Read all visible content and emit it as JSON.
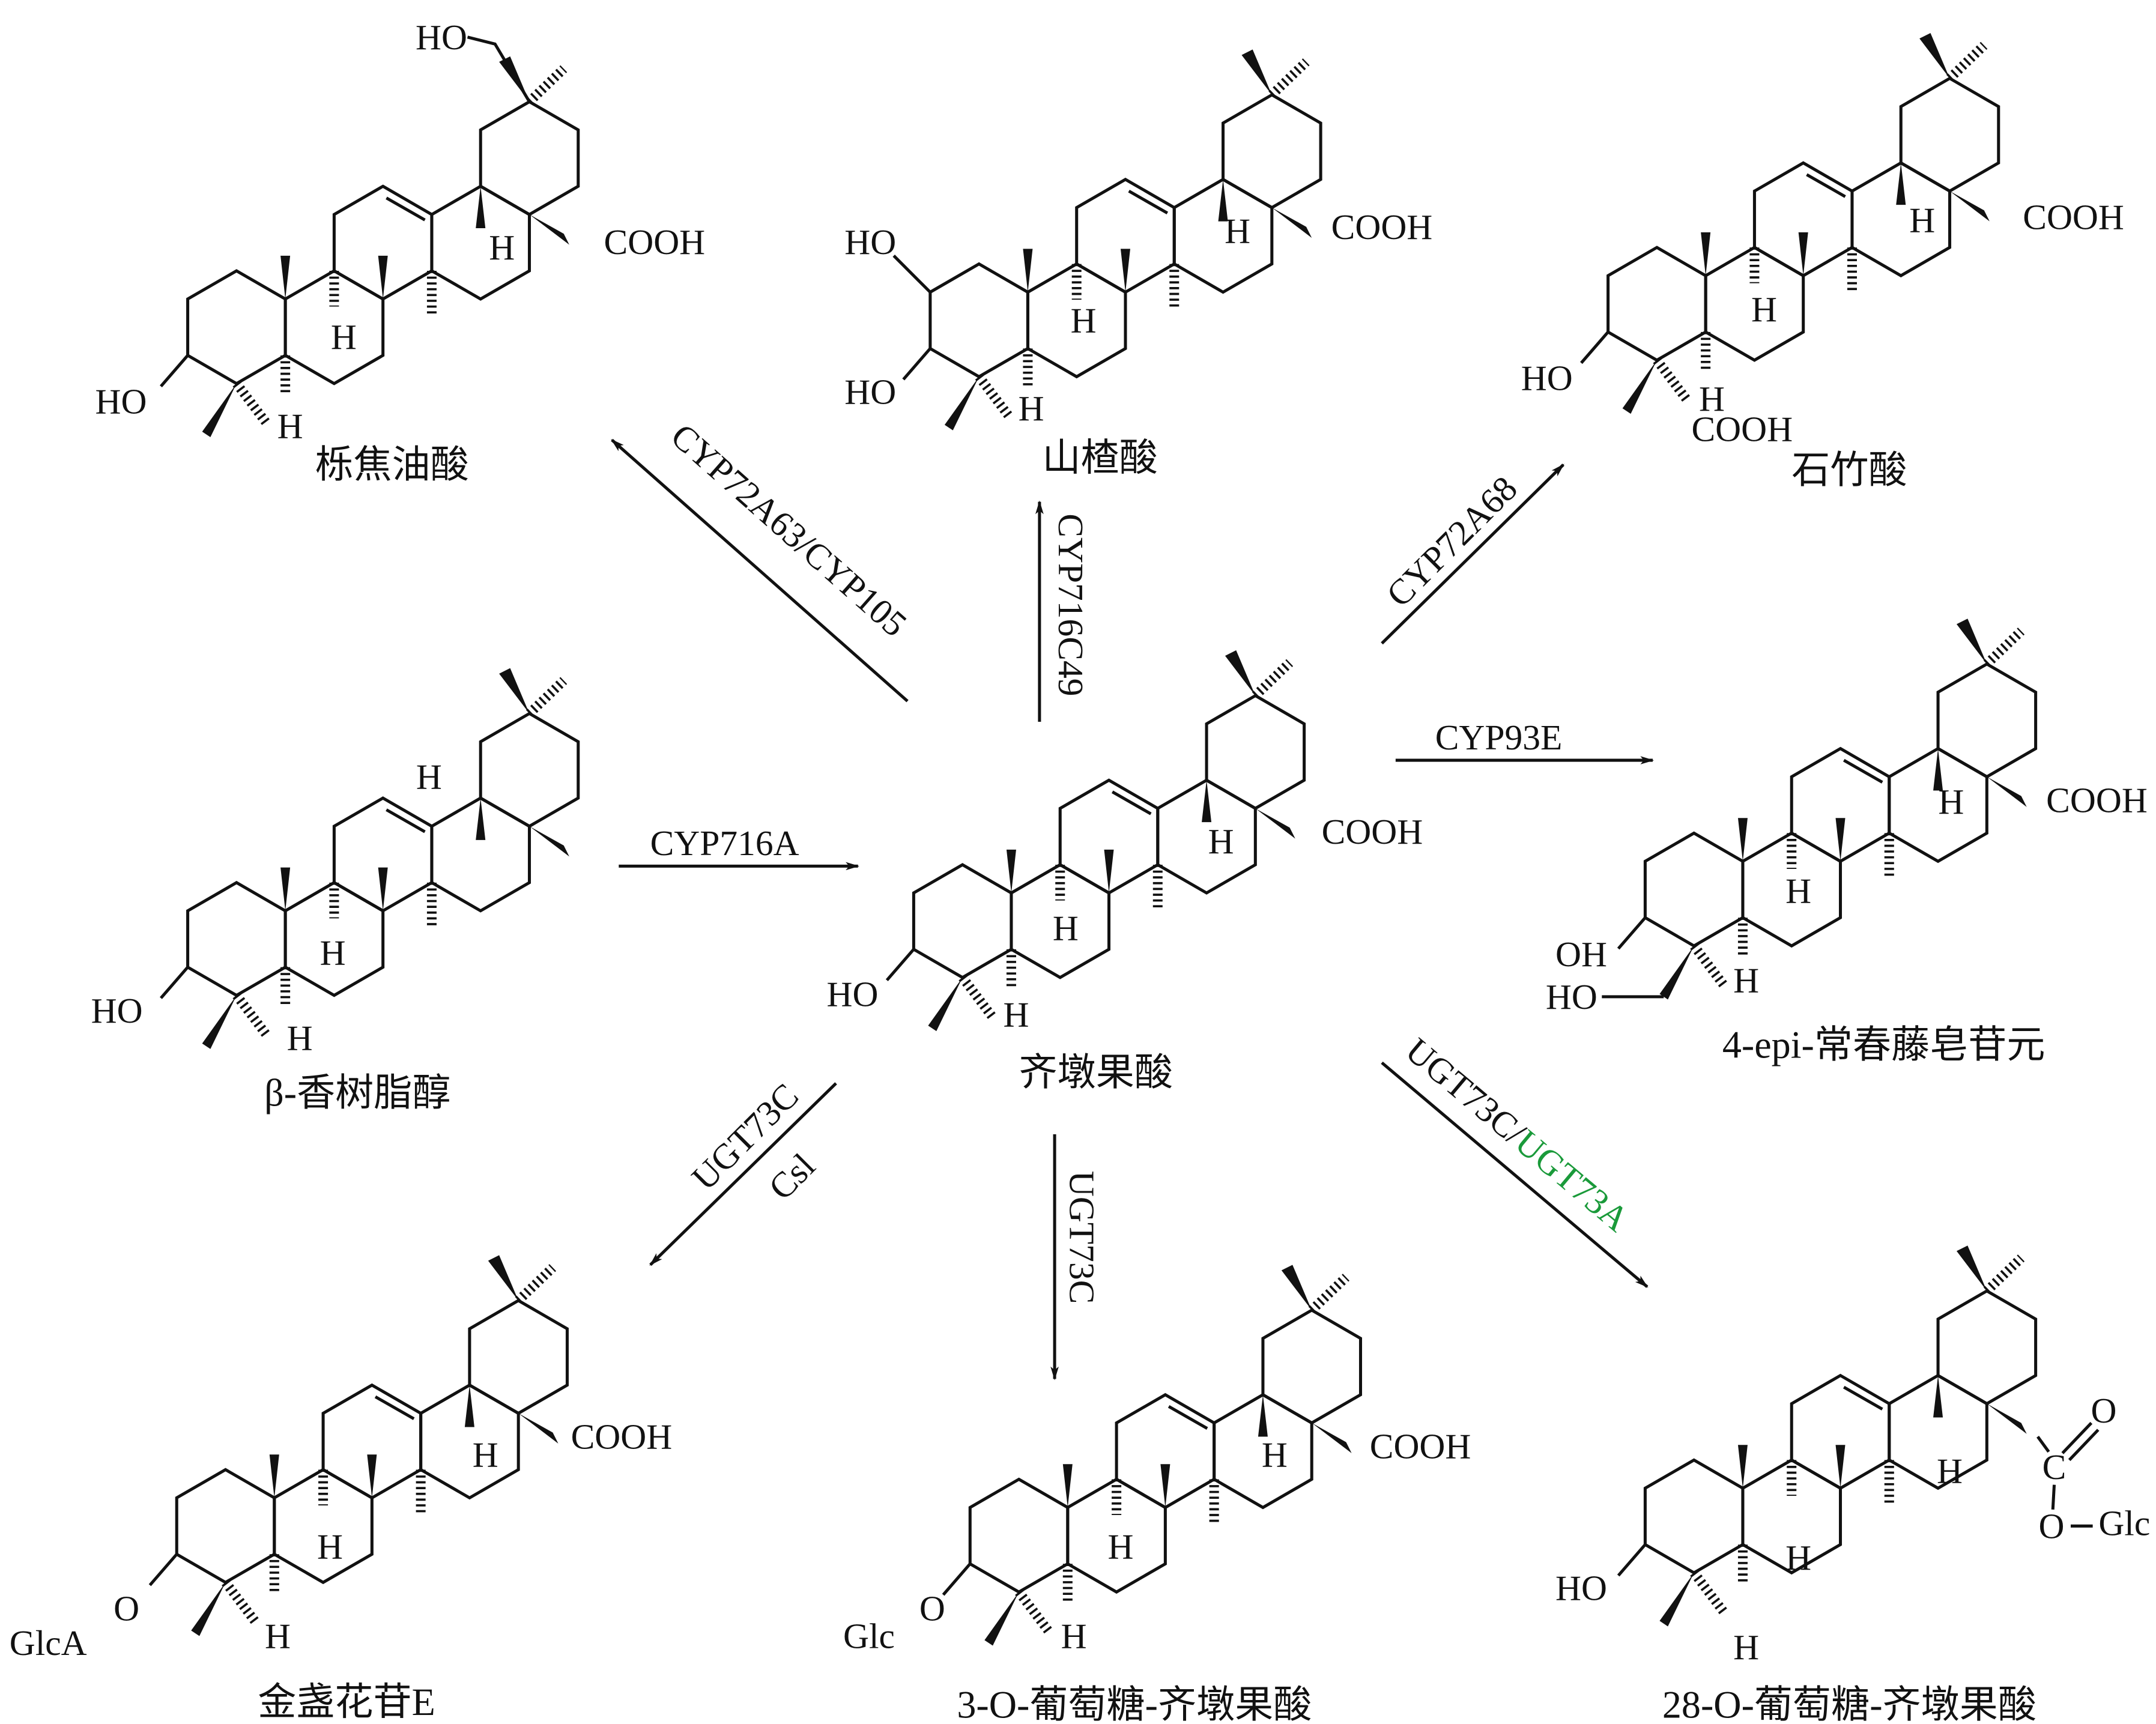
{
  "colors": {
    "ink": "#111111",
    "highlight": "#1a9a3a"
  },
  "molecules": [
    {
      "name": "栎焦油酸",
      "labels": [
        "HO",
        "H",
        "H",
        "H",
        "COOH",
        "HO"
      ]
    },
    {
      "name": "山楂酸",
      "labels": [
        "HO",
        "HO",
        "H",
        "H",
        "H",
        "COOH"
      ]
    },
    {
      "name": "石竹酸",
      "labels": [
        "HO",
        "H",
        "COOH",
        "H",
        "H",
        "COOH"
      ]
    },
    {
      "name": "4-epi-常春藤皂苷元",
      "labels": [
        "OH",
        "HO",
        "H",
        "H",
        "H",
        "COOH"
      ]
    },
    {
      "name": "β-香树脂醇",
      "labels": [
        "HO",
        "H",
        "H",
        "H"
      ]
    },
    {
      "name": "齐墩果酸",
      "labels": [
        "HO",
        "H",
        "H",
        "H",
        "COOH"
      ]
    },
    {
      "name": "金盏花苷E",
      "labels": [
        "GlcA",
        "O",
        "H",
        "H",
        "H",
        "COOH"
      ]
    },
    {
      "name": "3-O-葡萄糖-齐墩果酸",
      "labels": [
        "Glc",
        "O",
        "H",
        "H",
        "H",
        "COOH"
      ]
    },
    {
      "name": "28-O-葡萄糖-齐墩果酸",
      "labels": [
        "HO",
        "H",
        "H",
        "H",
        "C",
        "O",
        "O",
        "Glc"
      ]
    }
  ],
  "enzymes": {
    "cyp72a63": "CYP72A63/CYP105",
    "cyp716c49": "CYP716C49",
    "cyp72a68": "CYP72A68",
    "cyp93e": "CYP93E",
    "cyp716a": "CYP716A",
    "ugt73c_left": "UGT73C",
    "csl": "Csl",
    "ugt73c_down": "UGT73C",
    "ugt73c_right": "UGT73C/",
    "ugt73a": "UGT73A"
  }
}
